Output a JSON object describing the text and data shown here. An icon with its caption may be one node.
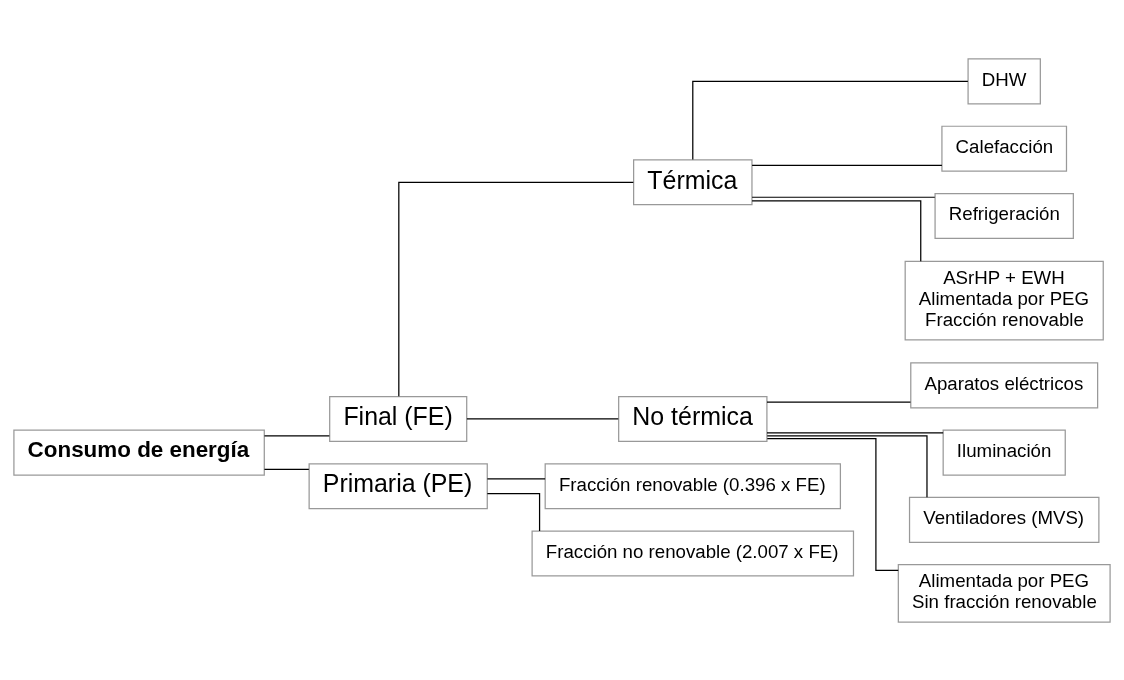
{
  "diagram": {
    "nodes": [
      {
        "text": [
          "Consumo de energía"
        ]
      },
      {
        "text": [
          "Final (FE)"
        ]
      },
      {
        "text": [
          "Primaria (PE)"
        ]
      },
      {
        "text": [
          "Térmica"
        ]
      },
      {
        "text": [
          "No térmica"
        ]
      },
      {
        "text": [
          "ASrHP + EWH",
          "Alimentada por PEG",
          "Fracción renovable"
        ]
      },
      {
        "text": [
          "DHW"
        ]
      },
      {
        "text": [
          "Calefacción"
        ]
      },
      {
        "text": [
          "Refrigeración"
        ]
      },
      {
        "text": [
          "Alimentada por PEG",
          "Sin fracción renovable"
        ]
      },
      {
        "text": [
          "Aparatos eléctricos"
        ]
      },
      {
        "text": [
          "Iluminación"
        ]
      },
      {
        "text": [
          "Ventiladores (MVS)"
        ]
      },
      {
        "text": [
          "Fracción renovable (0.396 x FE)"
        ]
      },
      {
        "text": [
          "Fracción no renovable (2.007 x FE)"
        ]
      }
    ],
    "edges": [
      {
        "from": 0,
        "to": 1,
        "arrow": "none"
      },
      {
        "from": 0,
        "to": 2,
        "arrow": "none"
      },
      {
        "from": 1,
        "to": 3,
        "arrow": "none"
      },
      {
        "from": 1,
        "to": 4,
        "arrow": "none"
      },
      {
        "from": 5,
        "to": 3,
        "arrow": "none"
      },
      {
        "from": 3,
        "to": 6,
        "arrow": "none"
      },
      {
        "from": 3,
        "to": 7,
        "arrow": "none"
      },
      {
        "from": 3,
        "to": 8,
        "arrow": "none"
      },
      {
        "from": 9,
        "to": 4,
        "arrow": "none"
      },
      {
        "from": 4,
        "to": 10,
        "arrow": "none"
      },
      {
        "from": 4,
        "to": 11,
        "arrow": "none"
      },
      {
        "from": 4,
        "to": 12,
        "arrow": "none"
      },
      {
        "from": 2,
        "to": 13,
        "arrow": "none"
      },
      {
        "from": 2,
        "to": 14,
        "arrow": "none"
      }
    ]
  }
}
